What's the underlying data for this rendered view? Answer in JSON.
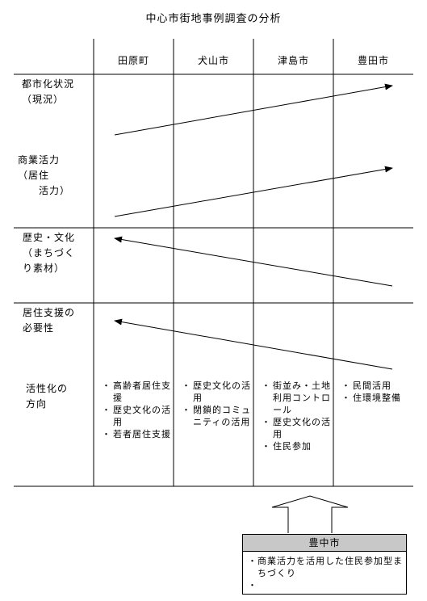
{
  "title": "中心市街地事例調査の分析",
  "columns": [
    "田原町",
    "犬山市",
    "津島市",
    "豊田市"
  ],
  "rows": {
    "urban_status": "都市化状況\n（現況）",
    "commerce": "商業活力\n（居住\n　　活力）",
    "history": "歴史・文化\n（まちづく\nり素材）",
    "housing": "居住支援の\n必要性",
    "direction": "活性化の\n方向"
  },
  "directions": {
    "tahara": [
      "高齢者居住支援",
      "歴史文化の活用",
      "若者居住支援"
    ],
    "inuyama": [
      "歴史文化の活用",
      "閉鎖的コミュニティの活用"
    ],
    "tsushima": [
      "街並み・土地利用コントロール",
      "歴史文化の活用",
      "住民参加"
    ],
    "toyota": [
      "民間活用",
      "住環境整備"
    ]
  },
  "toyonaka": {
    "title": "豊中市",
    "items": [
      "商業活力を活用した住民参加型まちづくり",
      ""
    ]
  }
}
